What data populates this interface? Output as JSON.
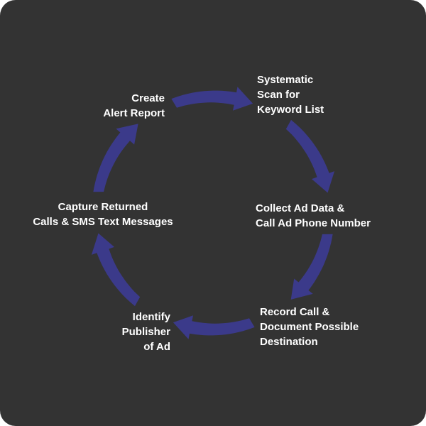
{
  "colors": {
    "background": "#333333",
    "arrow": "#3b3a8a",
    "text": "#ffffff"
  },
  "steps": [
    {
      "label": "Systematic\nScan for\nKeyword List"
    },
    {
      "label": "Collect Ad Data &\nCall Ad Phone Number"
    },
    {
      "label": "Record Call &\nDocument Possible\nDestination"
    },
    {
      "label": "Identify\nPublisher\nof Ad"
    },
    {
      "label": "Capture Returned\nCalls & SMS Text Messages"
    },
    {
      "label": "Create\nAlert Report"
    }
  ]
}
